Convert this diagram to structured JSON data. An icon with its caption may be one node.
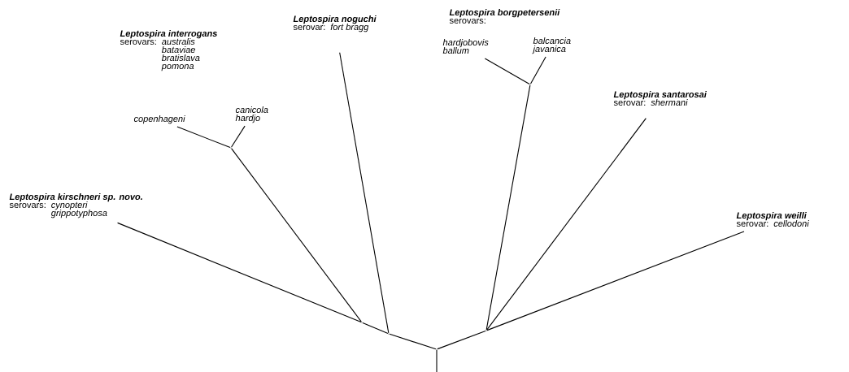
{
  "diagram": {
    "nodes": [
      {
        "text": [
          "Leptospira interrogans",
          "serovars:",
          "australis",
          "bataviae",
          "bratislava",
          "pomona"
        ]
      },
      {
        "text": [
          "Leptospira noguchi",
          "serovar:",
          "fort bragg"
        ]
      },
      {
        "text": [
          "Leptospira borgpetersenii",
          "serovars:"
        ]
      },
      {
        "text": [
          "copenhageni"
        ]
      },
      {
        "text": [
          "canicola",
          "hardjo"
        ]
      },
      {
        "text": [
          "hardjobovis",
          "ballum"
        ]
      },
      {
        "text": [
          "balcancia",
          "javanica"
        ]
      },
      {
        "text": [
          "Leptospira santarosai",
          "serovar:",
          "shermani"
        ]
      },
      {
        "text": [
          "Leptospira kirschneri sp. novo.",
          "serovars:",
          "cynopteri",
          "grippotyphosa"
        ]
      },
      {
        "text": [
          "Leptospira weilli",
          "serovar:",
          "cellodoni"
        ]
      },
      {
        "text": [],
        "shape": "point"
      },
      {
        "text": [],
        "shape": "point"
      },
      {
        "text": [],
        "shape": "point"
      },
      {
        "text": [],
        "shape": "point"
      },
      {
        "text": [],
        "shape": "point"
      },
      {
        "text": [],
        "shape": "point"
      }
    ],
    "edges": [
      {
        "from": null,
        "to": 10,
        "arrow": "none"
      },
      {
        "from": 10,
        "to": 11,
        "arrow": "none"
      },
      {
        "from": 11,
        "to": 12,
        "arrow": "none"
      },
      {
        "from": 12,
        "to": 8,
        "arrow": "none"
      },
      {
        "from": 11,
        "to": 1,
        "arrow": "none"
      },
      {
        "from": 12,
        "to": 13,
        "arrow": "none"
      },
      {
        "from": 13,
        "to": 3,
        "arrow": "none"
      },
      {
        "from": 13,
        "to": 4,
        "arrow": "none"
      },
      {
        "from": 10,
        "to": 14,
        "arrow": "none"
      },
      {
        "from": 14,
        "to": 9,
        "arrow": "none"
      },
      {
        "from": 14,
        "to": 15,
        "arrow": "none"
      },
      {
        "from": 15,
        "to": 5,
        "arrow": "none"
      },
      {
        "from": 15,
        "to": 6,
        "arrow": "none"
      },
      {
        "from": 14,
        "to": 7,
        "arrow": "none"
      }
    ]
  }
}
